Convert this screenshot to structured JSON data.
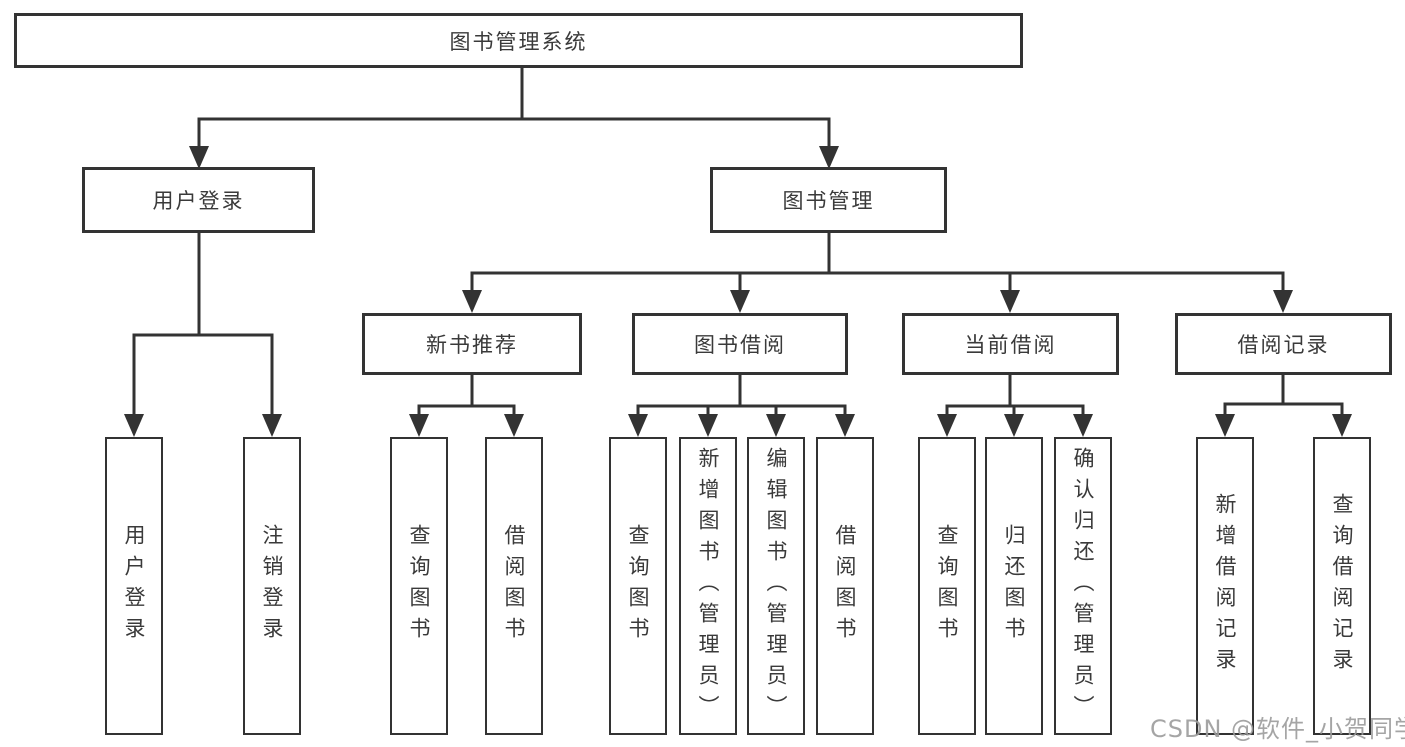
{
  "diagram": {
    "root": "图书管理系统",
    "level2": {
      "user_login": "用户登录",
      "book_mgmt": "图书管理"
    },
    "level3": {
      "new_books": "新书推荐",
      "borrowing": "图书借阅",
      "current": "当前借阅",
      "records": "借阅记录"
    },
    "leaves": {
      "login": "用户登录",
      "logout": "注销登录",
      "nb_query": "查询图书",
      "nb_borrow": "借阅图书",
      "bb_query": "查询图书",
      "bb_add": "新增图书（管理员）",
      "bb_edit": "编辑图书（管理员）",
      "bb_borrow": "借阅图书",
      "cb_query": "查询图书",
      "cb_return": "归还图书",
      "cb_confirm": "确认归还（管理员）",
      "rec_add": "新增借阅记录",
      "rec_query": "查询借阅记录"
    },
    "watermark": "CSDN @软件_小贺同学",
    "colors": {
      "line": "#333333",
      "text": "#3a3a3a",
      "watermark": "#9b9b9b",
      "background": "#ffffff"
    }
  }
}
